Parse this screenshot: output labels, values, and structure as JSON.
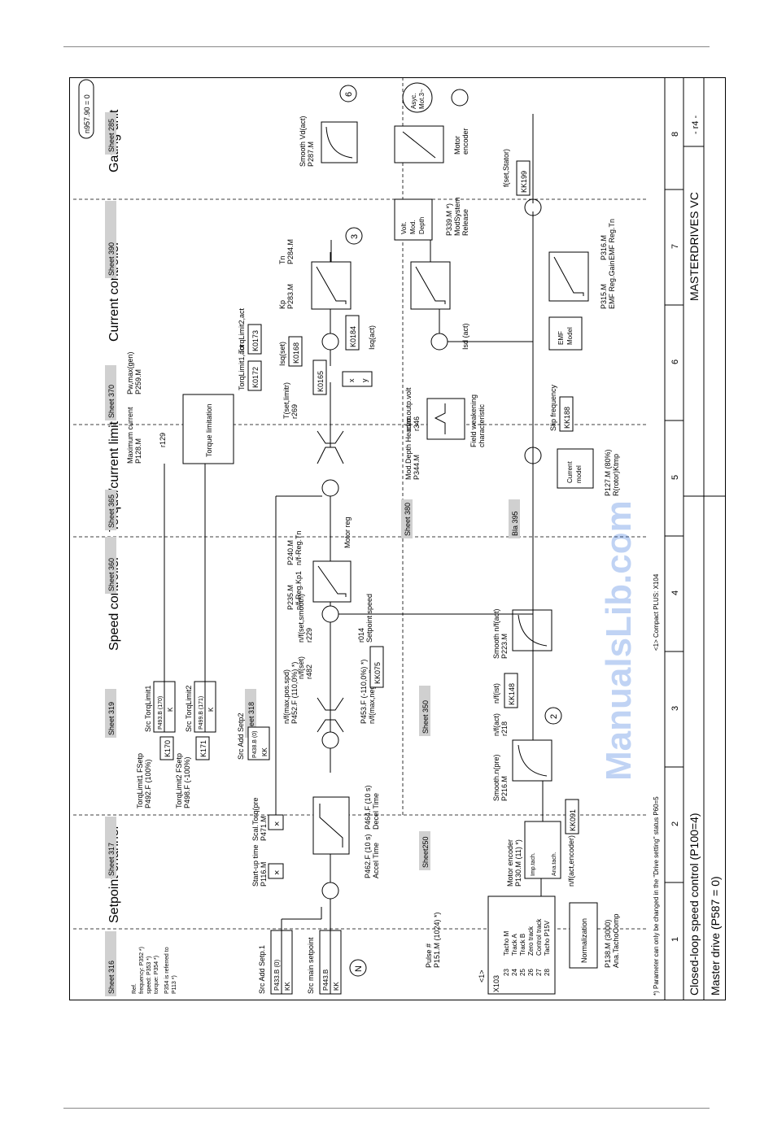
{
  "sections": {
    "setpoint_channel": "Setpoint channel",
    "speed_controller": "Speed controller",
    "torque_limit": "Torque/current limit",
    "current_controller": "Current controller",
    "gating_unit": "Gating unit"
  },
  "sheets": {
    "s316": "Sheet 316",
    "s317": "Sheet 317",
    "s319": "Sheet 319",
    "s318": "Sheet 318",
    "s360": "Sheet 360",
    "s365": "Sheet 365",
    "s370": "Sheet 370",
    "s390": "Sheet 390",
    "s285": "Sheet 285",
    "s250": "Sheet250",
    "s350": "Sheet 350",
    "s380": "Sheet 380",
    "s395": "Bla 395"
  },
  "ref_note": {
    "l1": "Ref.",
    "l2": "frequency:  P352 *)",
    "l3": "speed:       P353 *)",
    "l4": "torque:      P354 *)",
    "l5": "P354 is referred to",
    "l6": "P113 *)"
  },
  "n957": "n957.90 = 0",
  "src_add_setp1": {
    "label": "Src Add Setp.1",
    "param": "P433.B (0)",
    "kk": "KK"
  },
  "src_main_setpoint": {
    "label": "Src main setpoint",
    "param": "P443.B",
    "kk": "KK"
  },
  "n_marker": "N",
  "startup": {
    "l1": "Start-up time",
    "l2": "P116.M"
  },
  "scal_torq": {
    "l1": "Scal.Torq(pre",
    "l2": "P471.M"
  },
  "ramp": {
    "accel": "P462.F (10 s)",
    "accel2": "Accel Time",
    "decel": "P464.F (10 s)",
    "decel2": "Decel Time"
  },
  "torq1_fsetp": {
    "l1": "TorqLimit1 FSetp",
    "l2": "P492.F (100%)"
  },
  "torq2_fsetp": {
    "l1": "TorqLimit2 FSetp",
    "l2": "P498.F (-100%)"
  },
  "k170": "K170",
  "k171": "K171",
  "src_torq1": {
    "label": "Src TorqLimit1",
    "param": "P493.B (170)",
    "k": "K"
  },
  "src_torq2": {
    "label": "Src TorqLimit2",
    "param": "P499.B (171)",
    "k": "K"
  },
  "src_add_setp2": {
    "label": "Src Add Setp2",
    "param": "P438.B (0)",
    "kk": "KK"
  },
  "nmax_pos": {
    "l1": "n/f(max,pos.spd)",
    "l2": "P452.F (110,0%) *)"
  },
  "nmax_neg": {
    "l1": "P453.F (-110,0%) *)",
    "l2": "n/f(max,neg.spd)"
  },
  "nset": {
    "l1": "n/f(set)",
    "l2": "r482"
  },
  "kk075": "KK075",
  "nset_smooth": {
    "l1": "n/f(set,smooth)",
    "l2": "r229"
  },
  "r014": {
    "l1": "r014",
    "l2": "Setpoint speed"
  },
  "kp": {
    "l1": "P235.M",
    "l2": "n/f-Reg.Kp1"
  },
  "tn": {
    "l1": "P240.M",
    "l2": "n/f-Reg.Tn"
  },
  "kp_label": "Kp",
  "tn_label": "Tn",
  "motor_reg": "Motor reg",
  "max_current": {
    "l1": "Maximum current",
    "l2": "P128.M",
    "l3": "r129"
  },
  "pw_max": {
    "l1": "Pw,max(gen)",
    "l2": "P259.M"
  },
  "torque_limitation": "Torque limitation",
  "torqlimit1_act": "TorqLimit1,act",
  "k0172": "K0172",
  "torqlimit2_act": "TorqLimit2,act",
  "k0173": "K0173",
  "t_set_limitr": {
    "l1": "T(set,limitr)",
    "l2": "r269"
  },
  "k0165": "K0165",
  "isq_set": "Isq(set)",
  "k0168": "K0168",
  "kp_cc": "P283.M",
  "tn_cc": "P284.M",
  "k0184": "K0184",
  "isq_act": "Isq(act)",
  "isd_act": "Isd (act)",
  "xy_x": "x",
  "xy_y": "y",
  "max_outp_volt": {
    "l1": "max.outp.volt",
    "l2": "r346"
  },
  "mod_depth_headrm": {
    "l1": "Mod.Depth Headrm",
    "l2": "P344.M"
  },
  "field_weak": {
    "l1": "Field weakening",
    "l2": "characteristic"
  },
  "volt_mod": {
    "l1": "Volt.",
    "l2": "Mod.",
    "l3": "Depth"
  },
  "p339": {
    "l1": "P339.M *)",
    "l2": "ModSystem",
    "l3": "Release"
  },
  "smooth_vd": {
    "l1": "Smooth Vd(act)",
    "l2": "P287.M"
  },
  "circle6": "6",
  "circle3": "3",
  "circle2": "2",
  "async_mot": {
    "l1": "Asyc.",
    "l2": "Mot.3~"
  },
  "motor_encoder_r": {
    "l1": "Motor",
    "l2": "encoder"
  },
  "fset_stator": "f(set,Stator)",
  "kk199": "KK199",
  "emf_model": {
    "l1": "EMF",
    "l2": "Model"
  },
  "p315": {
    "l1": "P315.M",
    "l2": "EMF Reg.Gain"
  },
  "p316": {
    "l1": "P316.M",
    "l2": "EMF Reg.Tn"
  },
  "current_model": {
    "l1": "Current",
    "l2": "model"
  },
  "p127": {
    "l1": "P127.M (80%)",
    "l2": "R(rotor)Ktmp"
  },
  "slip_freq": "Slip frequency",
  "kk188": "KK188",
  "pulse": {
    "l1": "Pulse #",
    "l2": "P151.M (1024) *)"
  },
  "x103": {
    "head": "<1>",
    "name": "X103"
  },
  "terminals": [
    {
      "num": "23",
      "sig": "Tacho M"
    },
    {
      "num": "24",
      "sig": "Track A"
    },
    {
      "num": "25",
      "sig": "Track B"
    },
    {
      "num": "26",
      "sig": "Zero track"
    },
    {
      "num": "27",
      "sig": "Control track"
    },
    {
      "num": "28",
      "sig": "Tacho P15V"
    }
  ],
  "normalization": "Normalization",
  "p138": {
    "l1": "P138.M (3000)",
    "l2": "Ana.TachoComp"
  },
  "motor_encoder": {
    "l1": "Motor encoder",
    "l2": "P130.M (11) *)"
  },
  "imp_tach": "Imp.tach.",
  "ana_tach": "Ana.tach.",
  "nf_act_encoder": "n/f(act,encoder)",
  "kk091": "KK091",
  "smooth_npre": {
    "l1": "Smooth.n(pre)",
    "l2": "P216.M"
  },
  "n_act": {
    "l1": "n/f(act)",
    "l2": "r218"
  },
  "n_ist": "n/f(ist)",
  "kk148": "KK148",
  "smooth_nact": {
    "l1": "Smooth n/f(act)",
    "l2": "P223.M"
  },
  "footnote": "*) Parameter can only be changed in the \"Drive setting\" status P60=5",
  "footnote2": "<1> Compact PLUS: X104",
  "column_numbers": [
    "1",
    "2",
    "3",
    "4",
    "5",
    "6",
    "7",
    "8"
  ],
  "title": "Closed-loop speed control    (P100=4)",
  "subtitle": "Master drive (P587 = 0)",
  "product": "MASTERDRIVES VC",
  "page_no": "- r4 -",
  "watermark": "ManualsLib.com"
}
